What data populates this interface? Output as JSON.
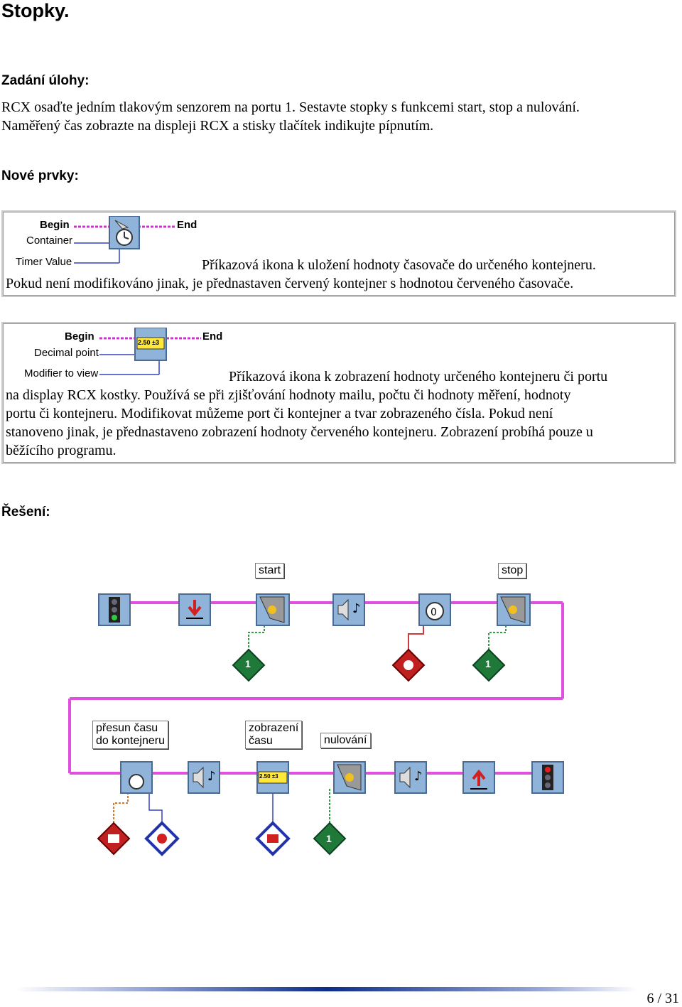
{
  "title": "Stopky.",
  "task": {
    "heading": "Zadání úlohy:",
    "line1": "RCX osaďte jedním tlakovým senzorem na portu 1. Sestavte stopky s funkcemi start, stop a nulování.",
    "line2": "Naměřený čas zobrazte na displeji RCX a stisky tlačítek indikujte pípnutím."
  },
  "new_items": {
    "heading": "Nové prvky:",
    "item1": {
      "label_begin": "Begin",
      "label_end": "End",
      "label_container": "Container",
      "label_timer": "Timer Value",
      "text_line1": "Příkazová ikona k uložení hodnoty časovače do určeného kontejneru.",
      "text_line2": "Pokud není modifikováno jinak, je přednastaven červený kontejner s hodnotou červeného časovače."
    },
    "item2": {
      "label_begin": "Begin",
      "label_end": "End",
      "label_decimal": "Decimal point",
      "label_modifier": "Modifier to view",
      "icon_text": "2.50 ±3",
      "text_line1": "Příkazová ikona k zobrazení hodnoty určeného kontejneru či portu",
      "text_line2": "na display RCX kostky. Používá se při zjišťování hodnoty mailu, počtu či hodnoty měření, hodnoty",
      "text_line3": "portu či kontejneru. Modifikovat můžeme port či kontejner a tvar zobrazeného čísla. Pokud není",
      "text_line4": "stanoveno jinak, je přednastaveno zobrazení hodnoty červeného kontejneru. Zobrazení probíhá pouze u",
      "text_line5": "běžícího programu."
    }
  },
  "solution": {
    "heading": "Řešení:",
    "labels": {
      "start": "start",
      "stop": "stop",
      "transfer_l1": "přesun času",
      "transfer_l2": "do kontejneru",
      "display_l1": "zobrazení",
      "display_l2": "času",
      "reset": "nulování"
    },
    "port_number": "1",
    "display_icon_text": "2.50 ±3"
  },
  "footer": {
    "page": "6 / 31"
  }
}
